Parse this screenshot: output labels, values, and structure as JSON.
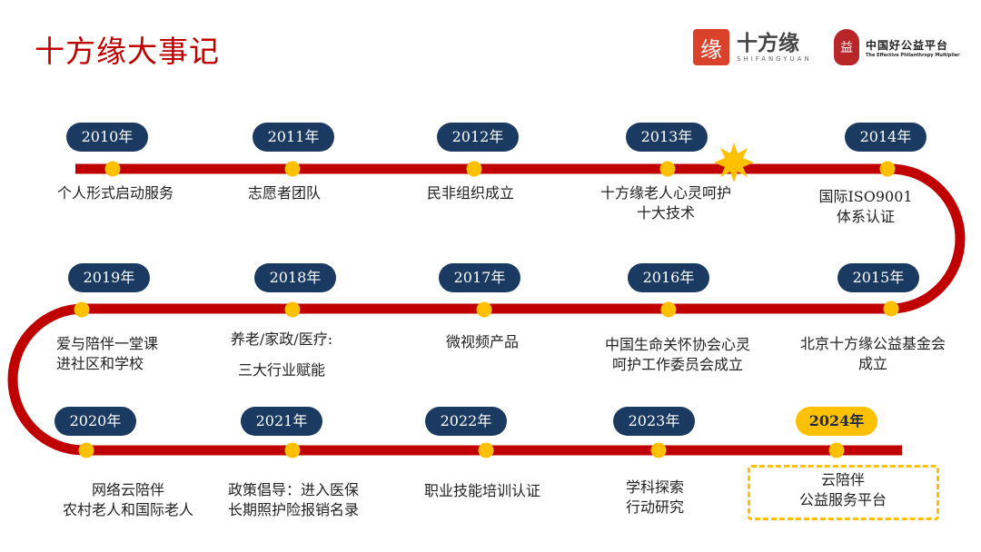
{
  "header": {
    "title": "十方缘大事记",
    "logo_shifangyuan": {
      "seal_char": "缘",
      "name": "十方缘",
      "pinyin": "SHIFANGYUAN"
    },
    "logo_platform": {
      "seal_char": "益",
      "name": "中国好公益平台",
      "tagline": "The Effective Philanthropy Multiplier"
    }
  },
  "colors": {
    "track": "#c00000",
    "pill": "#1b3a62",
    "dot": "#ffc000",
    "title": "#c00000",
    "highlight": "#ffc000"
  },
  "milestones": [
    {
      "year": "2010年",
      "text": "个人形式启动服务"
    },
    {
      "year": "2011年",
      "text": "志愿者团队"
    },
    {
      "year": "2012年",
      "text": "民非组织成立"
    },
    {
      "year": "2013年",
      "text": "十方缘老人心灵呵护\n十大技术"
    },
    {
      "year": "2014年",
      "text": "国际ISO9001\n体系认证"
    },
    {
      "year": "2015年",
      "text": "北京十方缘公益基金会\n成立"
    },
    {
      "year": "2016年",
      "text": "中国生命关怀协会心灵\n呵护工作委员会成立"
    },
    {
      "year": "2017年",
      "text": "微视频产品"
    },
    {
      "year": "2018年",
      "text": "养老/家政/医疗:\n\n三大行业赋能"
    },
    {
      "year": "2019年",
      "text": "爱与陪伴一堂课\n进社区和学校"
    },
    {
      "year": "2020年",
      "text": "网络云陪伴\n农村老人和国际老人"
    },
    {
      "year": "2021年",
      "text": "政策倡导：进入医保\n长期照护险报销名录"
    },
    {
      "year": "2022年",
      "text": "职业技能培训认证"
    },
    {
      "year": "2023年",
      "text": "学科探索\n行动研究"
    },
    {
      "year": "2024年",
      "text": "云陪伴\n公益服务平台",
      "highlighted": true
    }
  ],
  "icons": {
    "star": "star-burst-icon"
  }
}
